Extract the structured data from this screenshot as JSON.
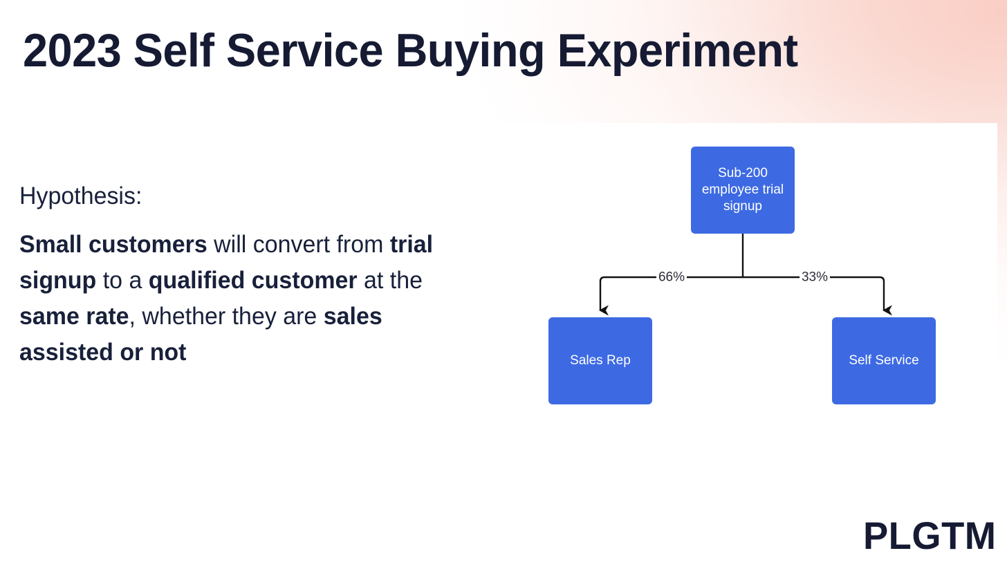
{
  "slide": {
    "title": "2023 Self Service Buying Experiment",
    "brand": "PLGTM",
    "background_color": "#FFFFFF",
    "accent_gradient_color": "#F9CCC2",
    "title_color": "#161B33"
  },
  "content": {
    "hypothesis_label": "Hypothesis:",
    "hypothesis_runs": [
      {
        "text": "Small customers",
        "bold": true
      },
      {
        "text": " will convert from ",
        "bold": false
      },
      {
        "text": "trial signup",
        "bold": true
      },
      {
        "text": " to a ",
        "bold": false
      },
      {
        "text": "qualified customer",
        "bold": true
      },
      {
        "text": " at the ",
        "bold": false
      },
      {
        "text": "same rate",
        "bold": true
      },
      {
        "text": ", whether they are ",
        "bold": false
      },
      {
        "text": "sales assisted or not",
        "bold": true
      }
    ],
    "hypothesis_plain": "Small customers will convert from trial signup to a qualified customer at the same rate, whether they are sales assisted or not"
  },
  "diagram": {
    "type": "flowchart",
    "node_color": "#3D6AE3",
    "node_text_color": "#FFFFFF",
    "connector_color": "#111111",
    "nodes": [
      {
        "id": "parent",
        "label": "Sub-200 employee trial signup",
        "role": "source"
      },
      {
        "id": "child-left",
        "label": "Sales Rep",
        "role": "outcome"
      },
      {
        "id": "child-right",
        "label": "Self Service",
        "role": "outcome"
      }
    ],
    "edges": [
      {
        "from": "parent",
        "to": "child-left",
        "label": "66%"
      },
      {
        "from": "parent",
        "to": "child-right",
        "label": "33%"
      }
    ]
  }
}
